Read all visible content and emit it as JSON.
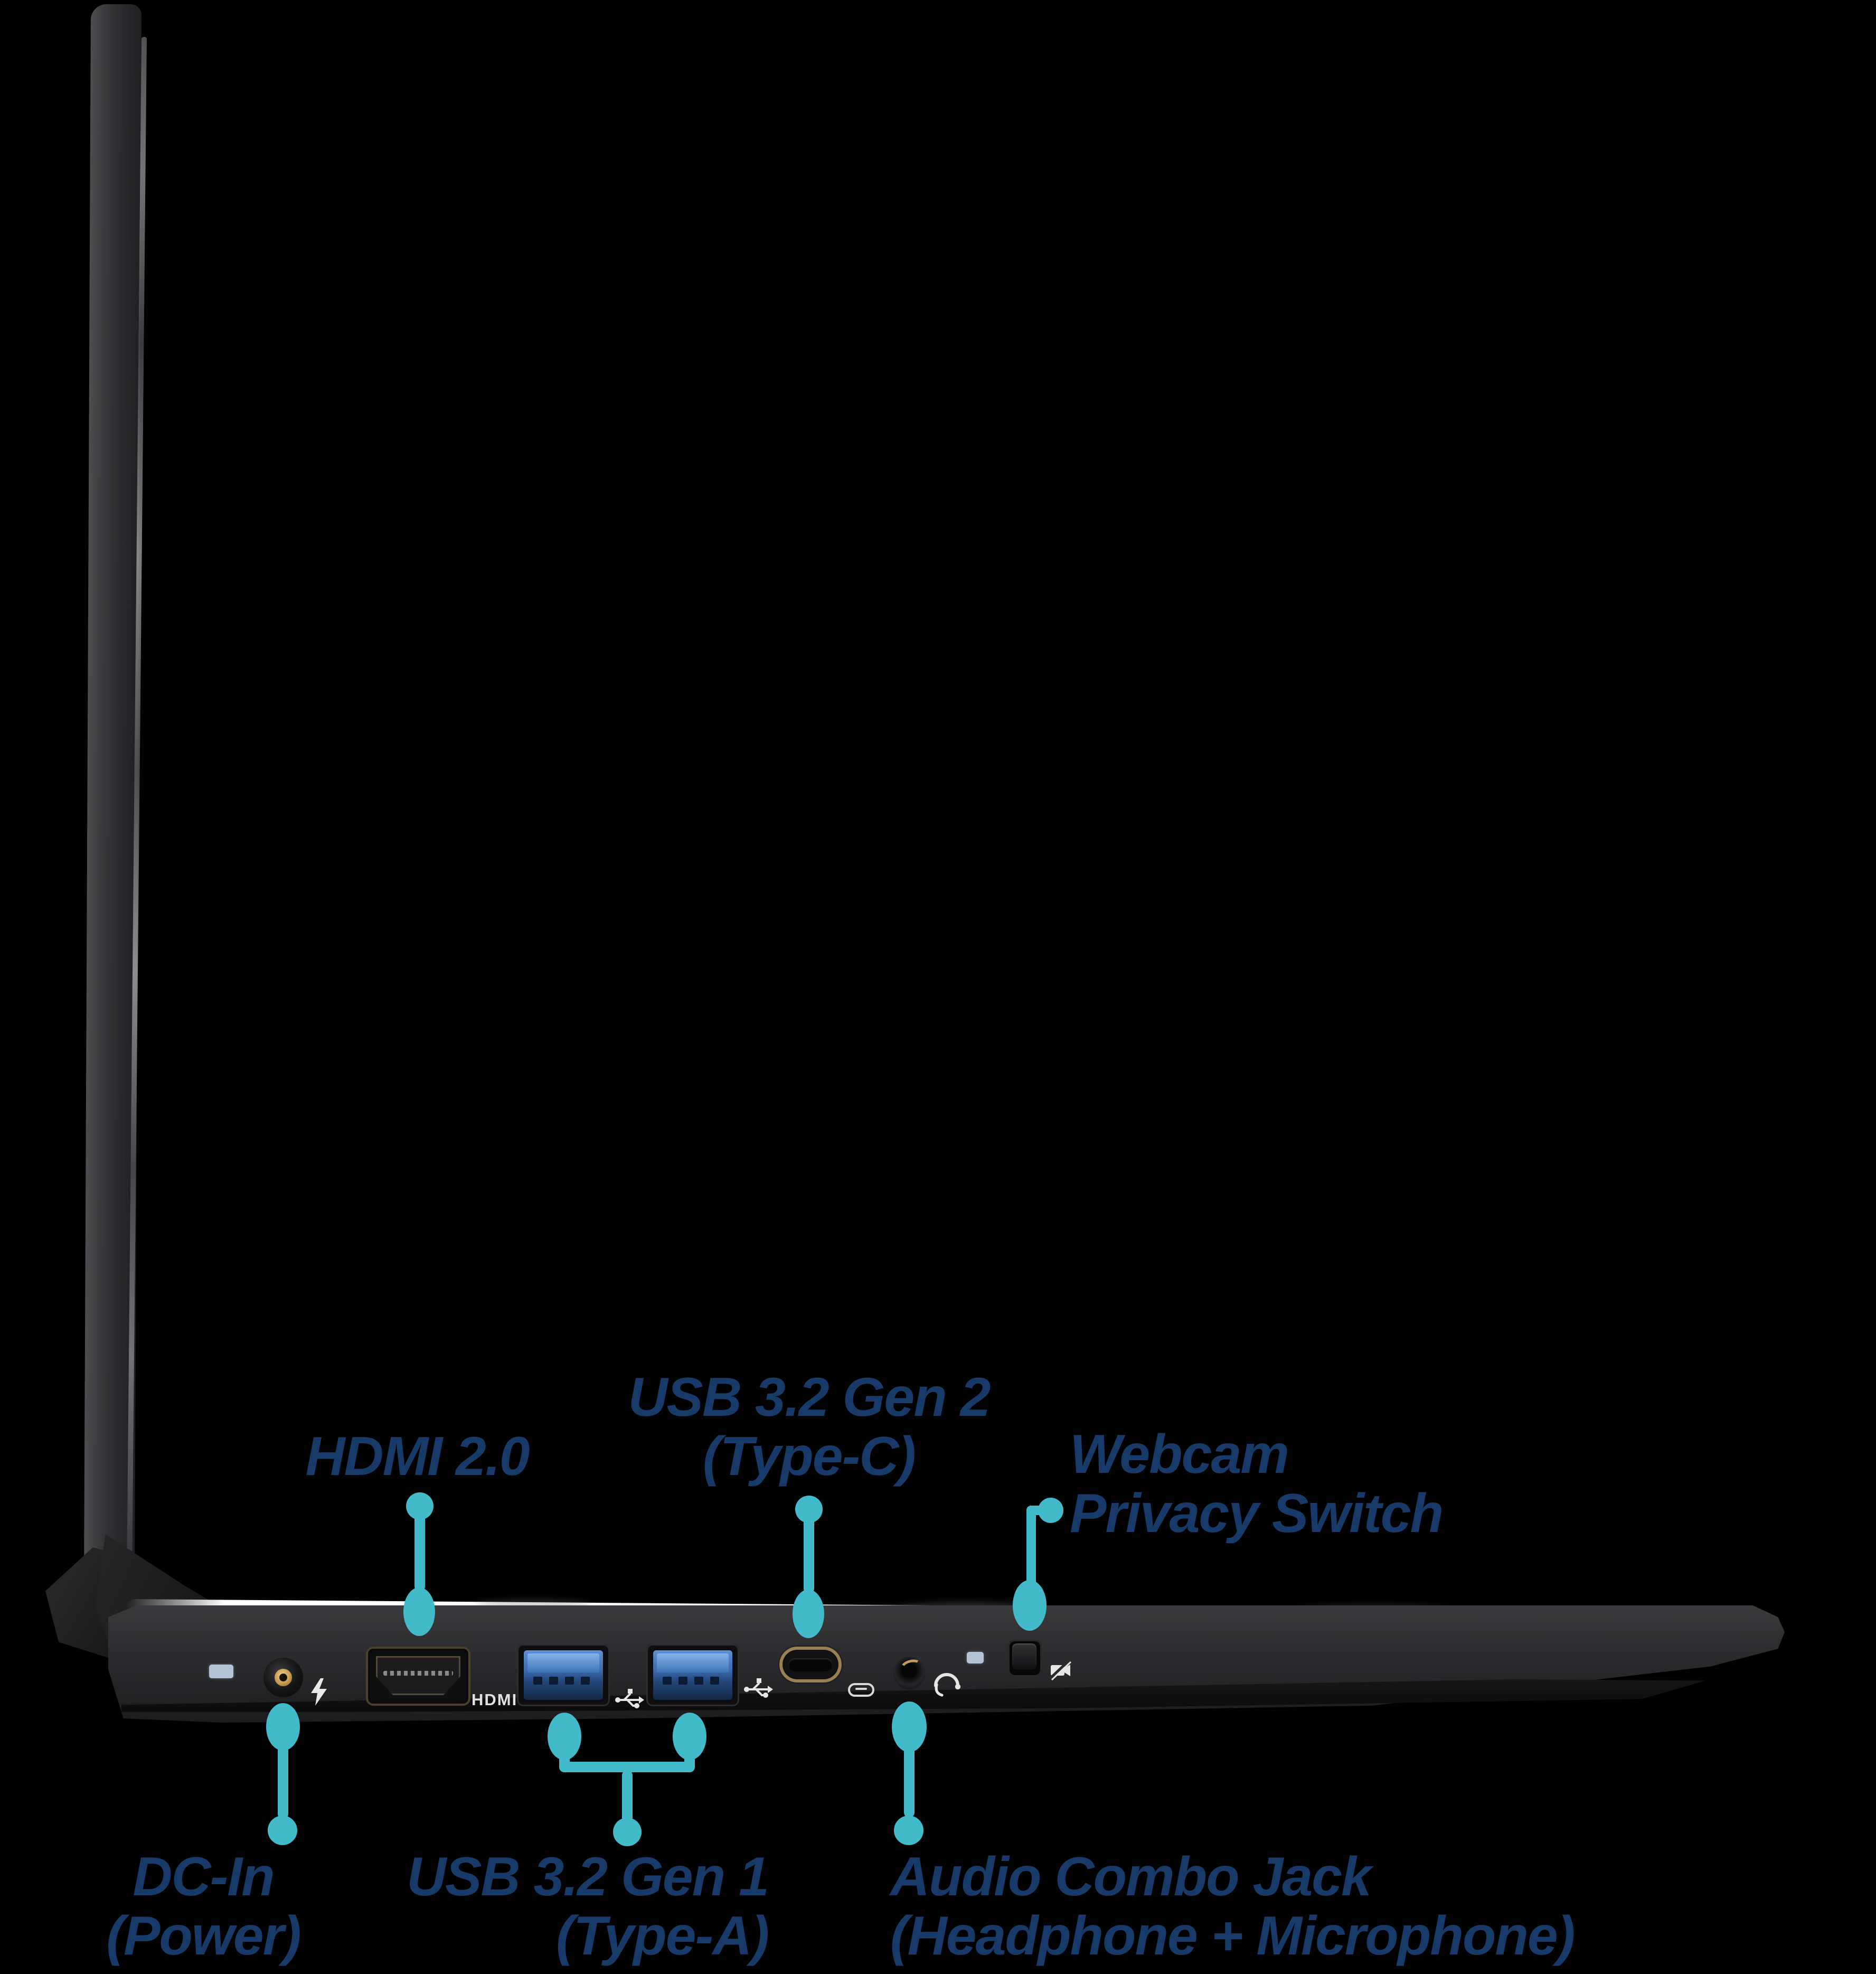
{
  "figure": {
    "type": "product-callout-diagram",
    "subject": "laptop left-side profile with port callouts"
  },
  "colors": {
    "background": "#000000",
    "label_text": "#173a68",
    "callout": "#42bac9",
    "chassis": "#2b2b2e",
    "deck_highlight": "#ffffff",
    "usb_blue": "#3a6cae",
    "connector_gold": "#c49b56",
    "led_indicator": "#b4c2d6",
    "port_glyph_white": "#d9d9d9"
  },
  "labels": {
    "hdmi": "HDMI 2.0",
    "usb_c_line1": "USB 3.2 Gen 2",
    "usb_c_line2": "(Type-C)",
    "webcam_line1": "Webcam",
    "webcam_line2": "Privacy Switch",
    "dc_line1": "DC-In",
    "dc_line2": "(Power)",
    "usb_a_line1": "USB 3.2 Gen 1",
    "usb_a_line2": "(Type-A)",
    "audio_line1": "Audio Combo Jack",
    "audio_line2": "(Headphone + Microphone)",
    "hdmi_port_molding": "HDMI"
  },
  "ports_visible": [
    "power status LED",
    "DC-In barrel jack",
    "HDMI 2.0 port",
    "USB 3.2 Gen 1 Type-A port (x2)",
    "USB 3.2 Gen 2 Type-C port",
    "audio combo jack",
    "status LED",
    "webcam privacy switch"
  ],
  "icons": {
    "charge": "lightning-bolt",
    "usb_a": "usb-trident",
    "usb_c": "type-c-pill-outline",
    "audio": "headset",
    "webcam": "camera-with-slash"
  }
}
